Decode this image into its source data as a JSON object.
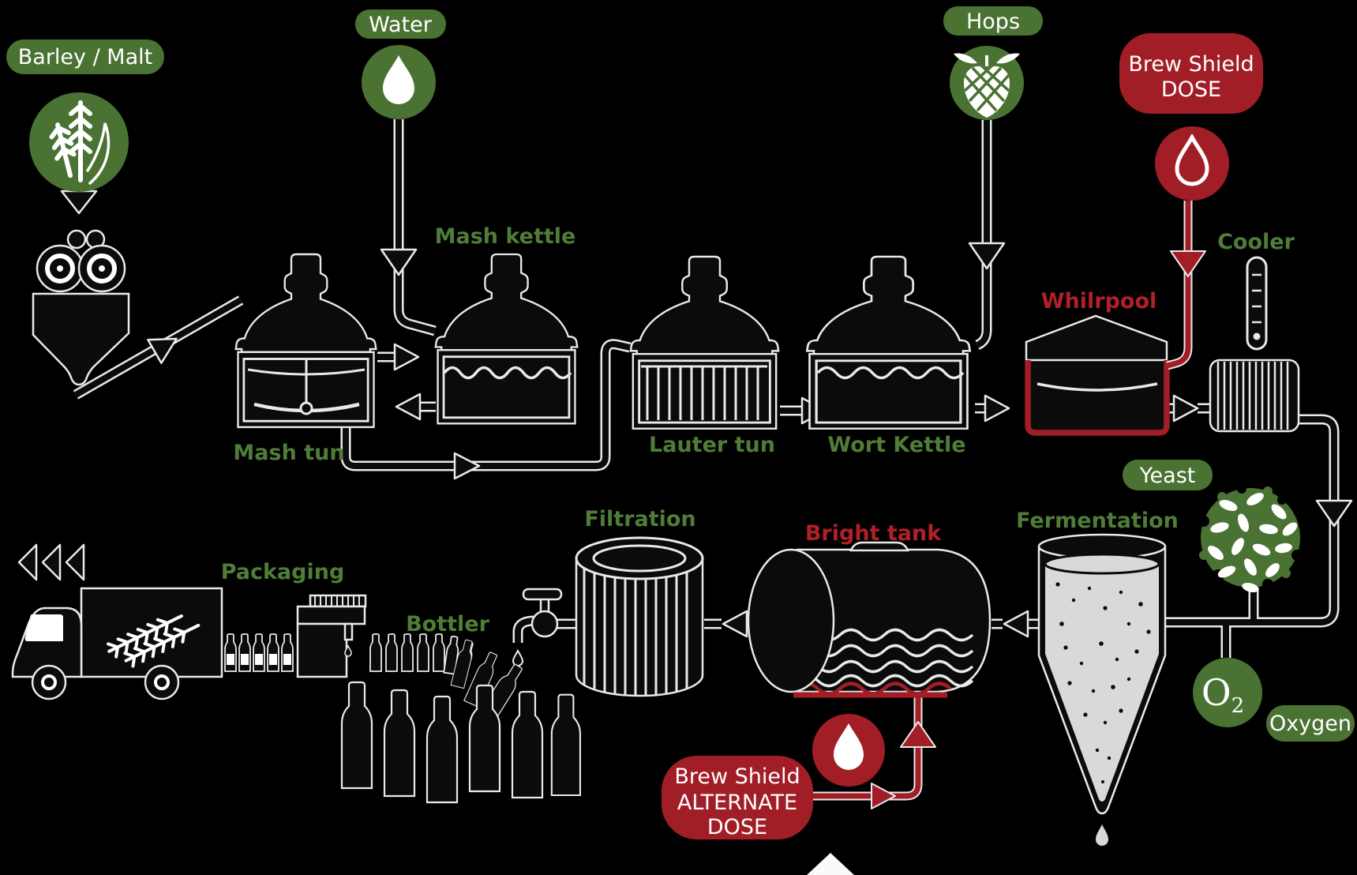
{
  "colors": {
    "background": "#000000",
    "green": "#4a7232",
    "green_text": "#4f7d38",
    "red": "#a21e27",
    "red_text": "#b12028",
    "silhouette_black": "#0b0b0b",
    "outline_white": "#e9e9e9",
    "fermenter_liquid": "#d9d9d9"
  },
  "nodes": {
    "barley_malt": {
      "label": "Barley / Malt"
    },
    "water": {
      "label": "Water"
    },
    "hops": {
      "label": "Hops"
    },
    "yeast": {
      "label": "Yeast"
    },
    "oxygen": {
      "label": "Oxygen",
      "formula_main": "O",
      "formula_sub": "2"
    },
    "brew_shield_dose": {
      "line1": "Brew Shield",
      "line2": "DOSE"
    },
    "brew_shield_alternate_dose": {
      "line1": "Brew Shield",
      "line2": "ALTERNATE",
      "line3": "DOSE"
    }
  },
  "stages": {
    "mash_tun": {
      "label": "Mash tun"
    },
    "mash_kettle": {
      "label": "Mash kettle"
    },
    "lauter_tun": {
      "label": "Lauter tun"
    },
    "wort_kettle": {
      "label": "Wort Kettle"
    },
    "whirlpool": {
      "label": "Whilrpool"
    },
    "cooler": {
      "label": "Cooler"
    },
    "fermentation": {
      "label": "Fermentation"
    },
    "bright_tank": {
      "label": "Bright tank"
    },
    "filtration": {
      "label": "Filtration"
    },
    "bottler": {
      "label": "Bottler"
    },
    "packaging": {
      "label": "Packaging"
    }
  },
  "icons": {
    "barley-icon": "wheat ears in green circle",
    "water-drop-icon": "water drop in green circle",
    "hops-icon": "hop cone in green circle",
    "dose-drop-icon": "drop in red circle",
    "alternate-dose-drop-icon": "drop in red circle",
    "yeast-icon": "yeast cell cluster",
    "o2-icon": "O2 in green circle",
    "thermometer-icon": "thermometer",
    "grain-mill-icon": "roller mill with hopper",
    "truck-icon": "delivery truck with wheat logo",
    "chevrons-left-icon": "three left chevrons",
    "tap-icon": "tap with drip",
    "bottle-icon": "beer bottle silhouette"
  }
}
